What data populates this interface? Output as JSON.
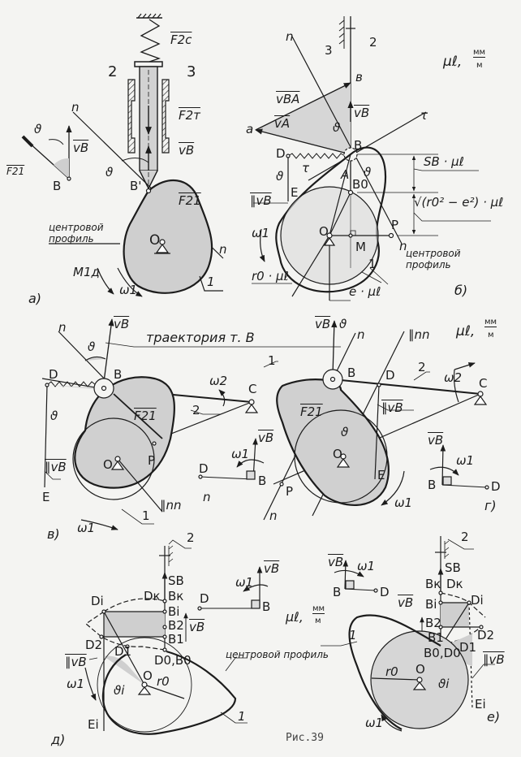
{
  "figure": {
    "caption": "Рис.39",
    "panels": [
      {
        "id": "a",
        "tag": "а)",
        "labels": {
          "force_spring": "F2c",
          "link_2": "2",
          "link_3": "3",
          "normal_top": "n",
          "normal_bottom": "n",
          "force_friction": "F2т",
          "velocity": "vB",
          "angle": "ϑ",
          "point_b_prime": "B'",
          "force_contact": "F21",
          "profile_label": "центровой профиль",
          "center": "O",
          "link_1": "1",
          "torque": "M1д",
          "omega": "ω1",
          "inset_angle": "ϑ",
          "inset_velocity": "vB",
          "inset_force": "F21",
          "inset_point": "B"
        }
      },
      {
        "id": "b",
        "tag": "б)",
        "labels": {
          "scale": "μℓ,",
          "scale_units_num": "мм",
          "scale_units_den": "м",
          "normal_top": "n",
          "normal_bottom": "n",
          "link_3": "3",
          "link_2": "2",
          "point_b_small": "в",
          "v_ba": "vBA",
          "v_a": "vA",
          "v_b": "vB",
          "point_a_small": "а",
          "angle_top": "ϑ",
          "tangent_right": "τ",
          "tangent_left": "τ",
          "point_b": "B",
          "point_d": "D",
          "point_a": "A",
          "angle_left": "ϑ",
          "angle_right": "ϑ",
          "point_e": "E",
          "parallel_vb": "∥vB",
          "point_b0": "B0",
          "dim_sb": "SB · μℓ",
          "dim_root": "√(r0² − e²) · μℓ",
          "center": "O",
          "point_p": "P",
          "point_m": "M",
          "omega": "ω1",
          "link_1": "1",
          "profile_label": "центровой профиль",
          "dim_r0": "r0 · μℓ",
          "dim_e": "e · μℓ"
        }
      },
      {
        "id": "v",
        "tag": "в)",
        "labels": {
          "trajectory": "траектория т. B",
          "normal_top": "n",
          "normal_bottom": "n",
          "velocity": "vB",
          "angle_top": "ϑ",
          "point_d": "D",
          "point_b": "B",
          "omega2": "ω2",
          "point_c": "C",
          "angle_left": "ϑ",
          "force": "F21",
          "link_2": "2",
          "parallel_vb": "∥vB",
          "center": "O",
          "point_p": "P",
          "point_e": "E",
          "parallel_nn": "∥nn",
          "link_1": "1",
          "omega1": "ω1",
          "inset_omega": "ω1",
          "inset_velocity": "vB",
          "inset_d": "D",
          "inset_b": "B"
        }
      },
      {
        "id": "g",
        "tag": "г)",
        "labels": {
          "scale": "μℓ,",
          "scale_units_num": "мм",
          "scale_units_den": "м",
          "velocity": "vB",
          "angle_top": "ϑ",
          "normal_top": "n",
          "normal_bottom": "n",
          "parallel_nn": "∥nn",
          "link_1": "1",
          "point_b": "B",
          "point_d": "D",
          "link_2": "2",
          "omega2": "ω2",
          "point_c": "C",
          "force": "F21",
          "parallel_vb": "∥vB",
          "angle_mid": "ϑ",
          "center": "O",
          "point_e": "E",
          "point_p": "P",
          "omega1": "ω1",
          "inset_velocity": "vB",
          "inset_omega": "ω1",
          "inset_b": "B",
          "inset_d": "D"
        }
      },
      {
        "id": "d",
        "tag": "д)",
        "labels": {
          "link_2": "2",
          "s_b": "SB",
          "point_dk": "Dк",
          "point_bk": "Bк",
          "point_di": "Di",
          "point_bi": "Bi",
          "point_b2": "B2",
          "velocity": "vB",
          "point_b1": "B1",
          "point_d2": "D2",
          "point_d1": "D1",
          "point_d0b0": "D0,B0",
          "parallel_vb": "∥vB",
          "omega": "ω1",
          "angle": "ϑi",
          "center": "O",
          "radius": "r0",
          "point_ei": "Ei",
          "link_1": "1",
          "profile_label": "центровой профиль",
          "inset_omega": "ω1",
          "inset_velocity": "vB",
          "inset_d": "D",
          "inset_b": "B",
          "scale": "μℓ,",
          "scale_units_num": "мм",
          "scale_units_den": "м"
        }
      },
      {
        "id": "e",
        "tag": "е)",
        "labels": {
          "link_2": "2",
          "s_b": "SB",
          "point_bk": "Bк",
          "point_dk": "Dк",
          "point_di": "Di",
          "velocity": "vB",
          "point_bi": "Bi",
          "point_b2": "B2",
          "point_d2": "D2",
          "point_b1": "B1",
          "point_d1": "D1",
          "point_b0d0": "B0,D0",
          "parallel_vb": "∥vB",
          "radius": "r0",
          "center": "O",
          "angle": "ϑi",
          "point_ei": "Ei",
          "link_1": "1",
          "omega": "ω1",
          "inset_velocity": "vB",
          "inset_omega": "ω1",
          "inset_b": "B",
          "inset_d": "D"
        }
      }
    ]
  },
  "colors": {
    "ink": "#1c1c1c",
    "shade": "#c9c9c9",
    "paper": "#f4f4f2"
  }
}
